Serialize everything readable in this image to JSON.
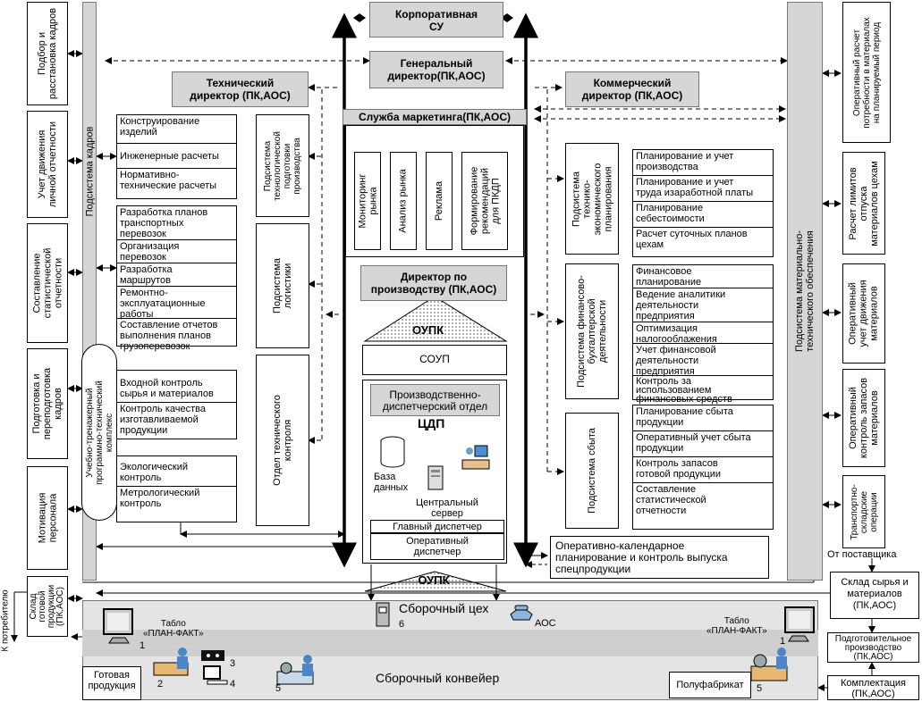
{
  "left_column": [
    "Подбор и\nрасстановка кадров",
    "Учет движения\nличной отчетности",
    "Составление\nстатистической\nотчетности",
    "Подготовка и\nпереподготовка\nкадров",
    "Мотивация\nперсонала",
    "Склад\nготовой\nпродукции\n(ПК,АОС)"
  ],
  "left_arrow_label": "К потребителю",
  "personnel_subsystem": "Подсистема кадров",
  "training_complex": "Учебно-тренажерный\nпрограммно-технический\nкомплекс",
  "top": {
    "corporate": "Корпоративная\nСУ",
    "general": "Генеральный\nдиректор(ПК,АОС)",
    "marketing": "Служба маркетинга(ПК,АОС)",
    "marketing_items": [
      "Мониторинг\nрынка",
      "Анализ рынка",
      "Реклама",
      "Формирование\nрекомендаций\nдля ПКДП"
    ],
    "tech_director": "Технический\nдиректор (ПК,АОС)",
    "commercial_director": "Коммерческий\nдиректор (ПК,АОС)",
    "production_director": "Директор по\nпроизводству (ПК,АОС)"
  },
  "tech_groups": [
    {
      "items": [
        "Конструирование\nизделий",
        "Инженерные расчеты",
        "Нормативно-\nтехнические расчеты"
      ],
      "label": "Подсистема\nтехнологической\nподготовки\nпроизводства"
    },
    {
      "items": [
        "Разработка планов\nтранспортных\nперевозок",
        "Организация\nперевозок",
        "Разработка\nмаршрутов",
        "Ремонтно-\nэксплуатационные\nработы",
        "Составление отчетов\nвыполнения планов\nгрузоперевозок"
      ],
      "label": "Подсистема\nлогистики"
    },
    {
      "items": [
        "Входной контроль\nсырья и материалов",
        "Контроль качества\nизготавливаемой\nпродукции"
      ],
      "label": "Отдел технического\nконтроля"
    },
    {
      "items": [
        "Экологический\nконтроль",
        "Метрологический\nконтроль"
      ],
      "label": ""
    }
  ],
  "center": {
    "oupk": "ОУПК",
    "soup": "СОУП",
    "pdo": "Производственно-\nдиспетчерский отдел",
    "cdp": "ЦДП",
    "database": "База\nданных",
    "server": "Центральный\nсервер",
    "chief_dispatcher": "Главный диспетчер",
    "operative_dispatcher": "Оперативный\nдиспетчер",
    "calendar_planning": "Оперативно-календарное\nпланирование и контроль выпуска\nспецпродукции"
  },
  "commercial_groups": [
    {
      "label": "Подсистема\nтехнико-\nэкономического\nпланирования",
      "items": [
        "Планирование и учет\nпроизводства",
        "Планирование и учет\nтруда изаработной платы",
        "Планирование\nсебестоимости",
        "Расчет суточных планов\nцехам"
      ]
    },
    {
      "label": "Подсистема финансово-\nбухгалтерской\nдеятельности",
      "items": [
        "Финансовое\nпланирование",
        "Ведение аналитики\nдеятельности\nпредприятия",
        "Оптимизация\nналогооблажения",
        "Учет финансовой\nдеятельности\nпредприятия",
        "Контроль за\nиспользованием\nфинансовых средств"
      ]
    },
    {
      "label": "Подсистема сбыта",
      "items": [
        "Планирование сбыта\nпродукции",
        "Оперативный учет сбыта\nпродукции",
        "Контроль запасов\nготовой продукции",
        "Составление\nстатистической\nотчетности"
      ]
    }
  ],
  "mto_subsystem": "Подсистема материально-\nтехнического обеспечения",
  "right_column": [
    "Оперативный расчет\nпотребности в материалах\nна планируемый период",
    "Расчет лимитов\nотпуска\nматериалов цехам",
    "Оперативный\nучет движения\nматериалов",
    "Оперативный\nконтроль запасов\nматериалов",
    "Транспортно-\nскладские\nоперации"
  ],
  "supplier_label": "От поставщика",
  "right_bottom": [
    "Склад сырья и\nматериалов\n(ПК,АОС)",
    "Подготовительное\nпроизводство\n(ПК,АОС)",
    "Комплектация\n(ПК,АОС)"
  ],
  "shop": {
    "title": "Сборочный цех",
    "oupk": "ОУПК",
    "board_left": "Табло\n«ПЛАН-ФАКТ»",
    "board_right": "Табло\n«ПЛАН-ФАКТ»",
    "aoc": "АОС",
    "conveyor": "Сборочный конвейер",
    "finished": "Готовая\nпродукция",
    "semi": "Полуфабрикат",
    "nums": [
      "1",
      "2",
      "3",
      "4",
      "5",
      "5",
      "6",
      "1"
    ]
  }
}
